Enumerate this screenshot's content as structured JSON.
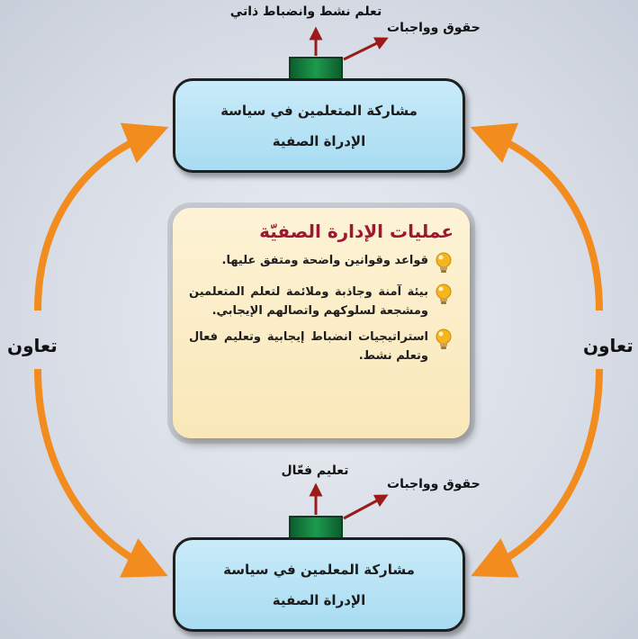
{
  "top_box": {
    "line1": "مشاركة المتعلمين في سياسة",
    "line2": "الإدراة الصفية"
  },
  "top_labels": {
    "up": "تعلم نشط وانضباط ذاتي",
    "side": "حقوق وواجبات"
  },
  "center_panel": {
    "title": "عمليات الإدارة الصفيّة",
    "items": [
      "قواعد وقوانين واضحة ومتفق عليها.",
      "بيئة آمنة وجاذبة وملائمة لتعلم المتعلمين ومشجعة لسلوكهم واتصالهم الإيجابي.",
      "استراتيجيات انضباط إيجابية وتعليم فعال وتعلم نشط."
    ]
  },
  "bottom_labels": {
    "up": "تعليم فعّال",
    "side": "حقوق وواجبات"
  },
  "bottom_box": {
    "line1": "مشاركة المعلمين في سياسة",
    "line2": "الإدراة الصفية"
  },
  "side_labels": {
    "left": "تعاون",
    "right": "تعاون"
  },
  "colors": {
    "cycle_arrow": "#f28c1f",
    "box_fill": "#a8dcf2",
    "panel_fill": "#f9e7b8",
    "panel_title": "#9d1732",
    "connector": "#1d9a4d",
    "small_arrow": "#9b1b1b",
    "bulb": "#f5b51c"
  }
}
